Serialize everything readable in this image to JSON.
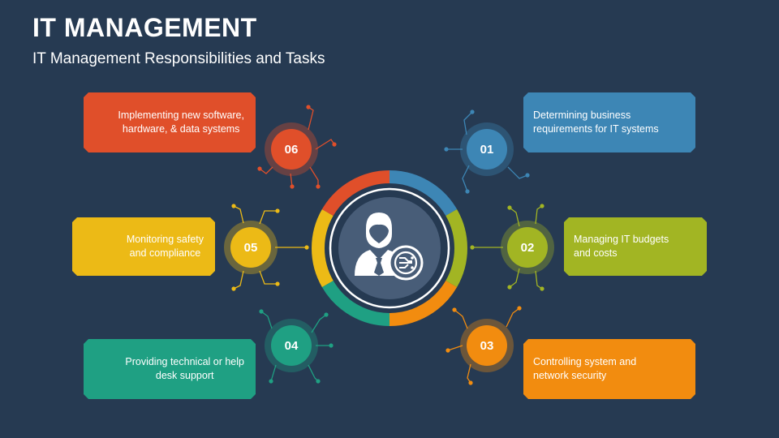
{
  "title": "IT MANAGEMENT",
  "subtitle": "IT Management Responsibilities and Tasks",
  "colors": {
    "background": "#263a52",
    "blue": "#3d86b5",
    "olive": "#a2b523",
    "orange": "#f28c0f",
    "teal": "#1fa083",
    "yellow": "#ecba16",
    "red": "#e04f2a",
    "hub": "#485d78"
  },
  "center": {
    "icon": "it-manager-person-icon"
  },
  "items": [
    {
      "number": "01",
      "text_lines": [
        "Determining business",
        "requirements for IT systems"
      ],
      "color": "#3d86b5"
    },
    {
      "number": "02",
      "text_lines": [
        "Managing IT budgets",
        "and costs"
      ],
      "color": "#a2b523"
    },
    {
      "number": "03",
      "text_lines": [
        "Controlling system and",
        "network security"
      ],
      "color": "#f28c0f"
    },
    {
      "number": "04",
      "text_lines": [
        "Providing technical or help",
        "desk support"
      ],
      "color": "#1fa083"
    },
    {
      "number": "05",
      "text_lines": [
        "Monitoring safety",
        "and compliance"
      ],
      "color": "#ecba16"
    },
    {
      "number": "06",
      "text_lines": [
        "Implementing new software,",
        "hardware, & data systems"
      ],
      "color": "#e04f2a"
    }
  ]
}
